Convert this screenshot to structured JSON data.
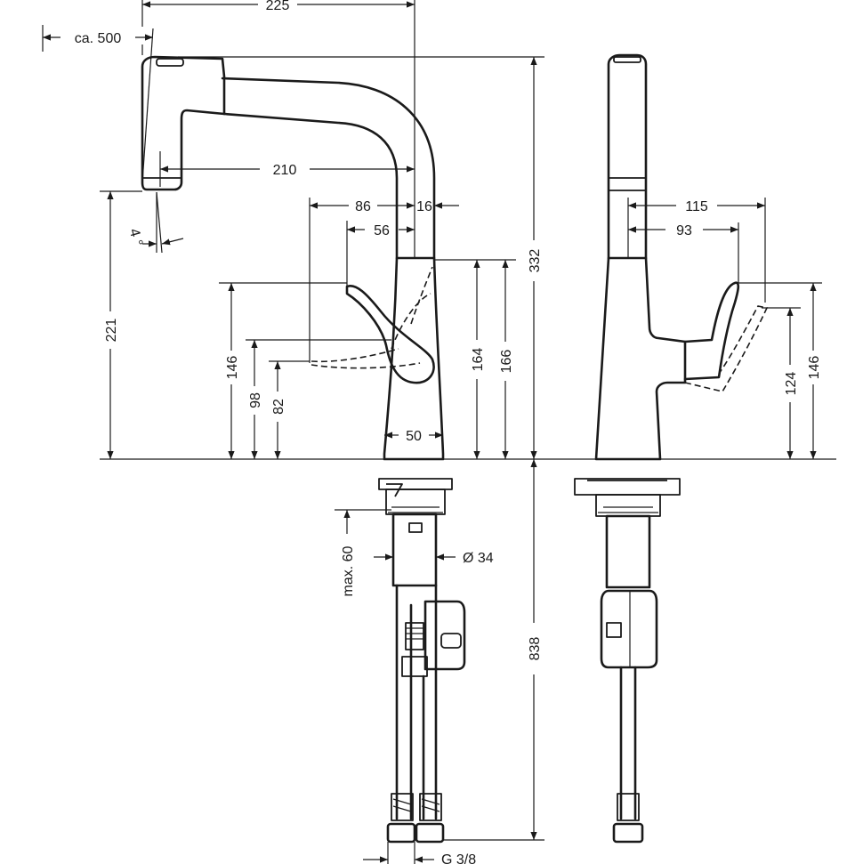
{
  "front_view": {
    "dimensions": {
      "spout_reach": "225",
      "pullout_length": "ca. 500",
      "head_reach": "210",
      "lever_reach_outer": "86",
      "lever_reach_inner": "56",
      "body_offset": "16",
      "spout_angle": "4 °",
      "outlet_height": "221",
      "lever_height": "146",
      "lever_mid_height": "98",
      "lever_low_height": "82",
      "body_height": "164",
      "body_height_max": "166",
      "total_height": "332",
      "body_width": "50",
      "max_thickness": "max. 60",
      "hole_diameter": "Ø 34",
      "hose_length": "838",
      "connection": "G 3/8"
    }
  },
  "side_view": {
    "dimensions": {
      "lever_depth_outer": "115",
      "lever_depth_inner": "93",
      "lever_height_low": "124",
      "lever_height_high": "146"
    }
  }
}
